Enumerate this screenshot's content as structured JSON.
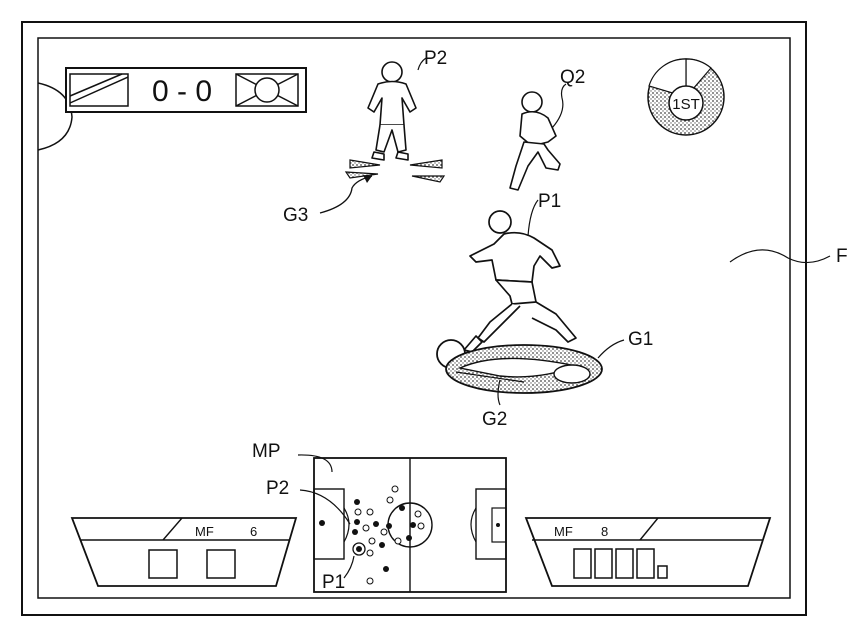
{
  "hud": {
    "score": "0 - 0",
    "period": "1ST",
    "home_panel": {
      "position": "MF",
      "number": "6",
      "energy_blocks": 2
    },
    "away_panel": {
      "position": "MF",
      "number": "8",
      "energy_blocks": 4
    }
  },
  "labels": {
    "field": "F",
    "player_controlled": "P1",
    "player_teammate": "P2",
    "opponent": "Q2",
    "gauge_outer": "G1",
    "gauge_inner": "G2",
    "pass_marker": "G3",
    "minimap": "MP",
    "minimap_p1": "P1",
    "minimap_p2": "P2"
  },
  "colors": {
    "ink": "#111111",
    "paper": "#ffffff",
    "stipple": "#9a9a9a"
  }
}
